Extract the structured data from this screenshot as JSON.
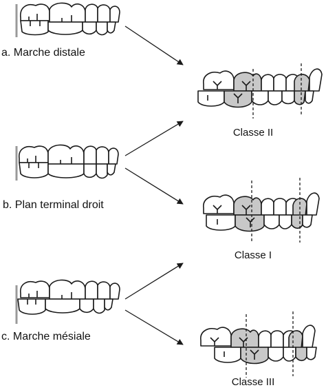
{
  "left_labels": [
    "a. Marche distale",
    "b. Plan terminal droit",
    "c. Marche mésiale"
  ],
  "class_labels": [
    "Classe II",
    "Classe I",
    "Classe III"
  ],
  "colors": {
    "stroke": "#1a1a1a",
    "tooth_fill": "#ffffff",
    "molar_shade": "#c8c8c8",
    "guide_line": "#999999"
  }
}
